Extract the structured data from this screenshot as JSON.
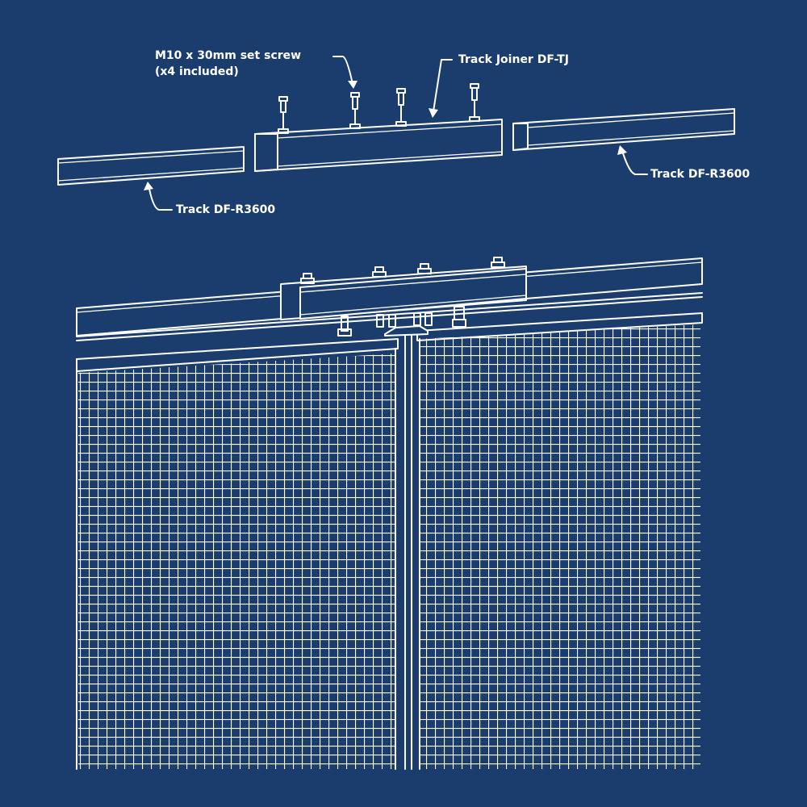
{
  "colors": {
    "background": "#1a3d6e",
    "line": "#ffffff"
  },
  "labels": {
    "set_screw_line1": "M10 x 30mm set screw",
    "set_screw_line2": "(x4 included)",
    "track_joiner": "Track Joiner DF-TJ",
    "track_left": "Track DF-R3600",
    "track_right": "Track DF-R3600"
  }
}
